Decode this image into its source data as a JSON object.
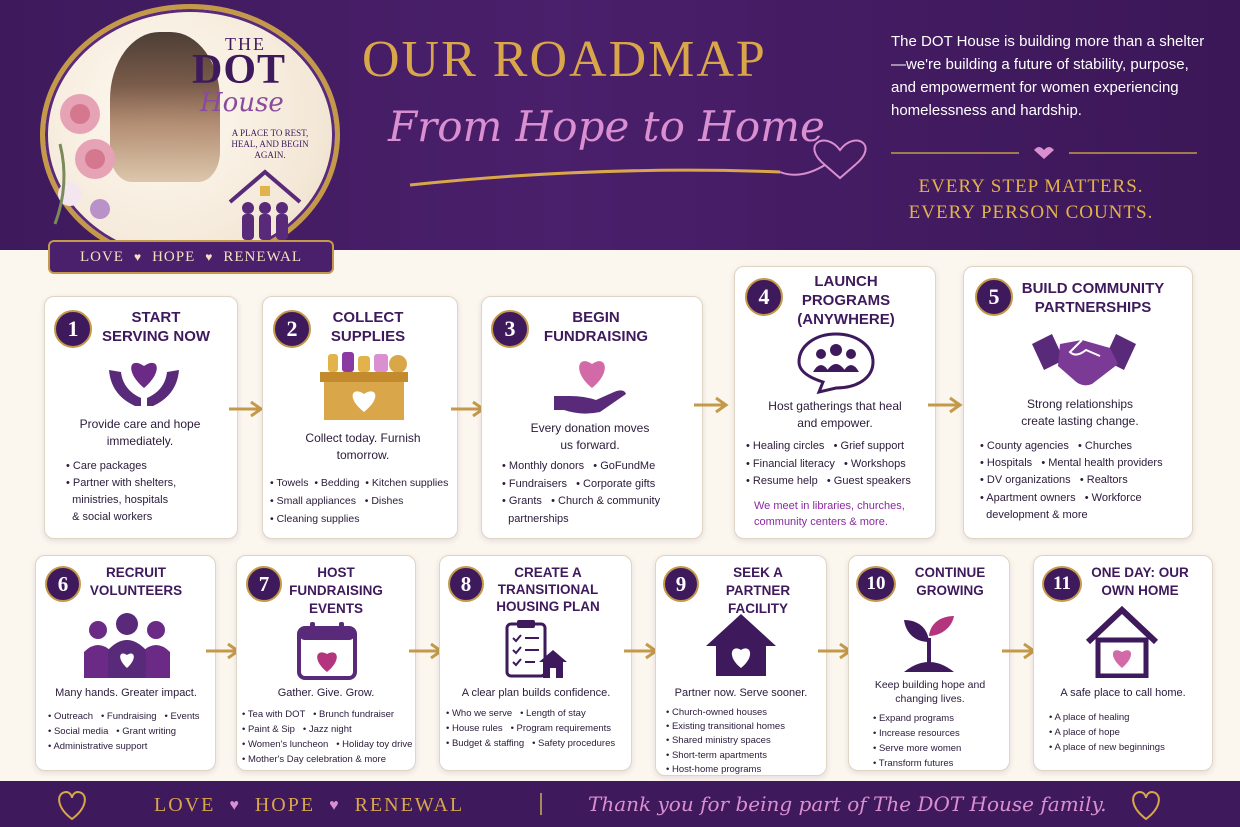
{
  "logo": {
    "the": "THE",
    "dot": "DOT",
    "house": "House",
    "tagline": "A PLACE TO REST, HEAL, AND BEGIN AGAIN.",
    "ribbon": [
      "LOVE",
      "HOPE",
      "RENEWAL"
    ]
  },
  "header": {
    "title": "OUR ROADMAP",
    "subtitle": "From Hope to Home",
    "intro": "The DOT House is building more than a shelter—we're building a future of stability, purpose, and empowerment for women experiencing homelessness and hardship.",
    "tagline_1": "EVERY STEP MATTERS.",
    "tagline_2": "EVERY PERSON COUNTS."
  },
  "steps": [
    {
      "num": "1",
      "title": "START SERVING NOW",
      "icon": "hands-heart-icon",
      "text": "Provide care and hope immediately.",
      "items": [
        "• Care packages",
        "• Partner with shelters,",
        "  ministries, hospitals",
        "  & social workers"
      ]
    },
    {
      "num": "2",
      "title": "COLLECT SUPPLIES",
      "icon": "supply-box-icon",
      "text": "Collect today. Furnish tomorrow.",
      "items": [
        "• Towels  • Bedding  • Kitchen supplies",
        "• Small appliances   • Dishes",
        "• Cleaning supplies"
      ]
    },
    {
      "num": "3",
      "title": "BEGIN FUNDRAISING",
      "icon": "hand-heart-icon",
      "text": "Every donation moves us forward.",
      "items": [
        "• Monthly donors   • GoFundMe",
        "• Fundraisers   • Corporate gifts",
        "• Grants   • Church & community",
        "  partnerships"
      ]
    },
    {
      "num": "4",
      "title": "LAUNCH PROGRAMS (ANYWHERE)",
      "icon": "group-speech-icon",
      "text": "Host gatherings that heal and empower.",
      "items": [
        "• Healing circles   • Grief support",
        "• Financial literacy   • Workshops",
        "• Resume help   • Guest speakers"
      ],
      "note": "We meet in libraries, churches, community centers & more."
    },
    {
      "num": "5",
      "title": "BUILD COMMUNITY PARTNERSHIPS",
      "icon": "handshake-icon",
      "text": "Strong relationships create lasting change.",
      "items": [
        "• County agencies   • Churches",
        "• Hospitals   • Mental health providers",
        "• DV organizations   • Realtors",
        "• Apartment owners   • Workforce",
        "  development & more"
      ]
    },
    {
      "num": "6",
      "title": "RECRUIT VOLUNTEERS",
      "icon": "people-heart-icon",
      "text": "Many hands. Greater impact.",
      "items": [
        "• Outreach   • Fundraising   • Events",
        "• Social media   • Grant writing",
        "• Administrative support"
      ]
    },
    {
      "num": "7",
      "title": "HOST FUNDRAISING EVENTS",
      "icon": "calendar-heart-icon",
      "text": "Gather. Give. Grow.",
      "items": [
        "• Tea with DOT   • Brunch fundraiser",
        "• Paint & Sip   • Jazz night",
        "• Women's luncheon   • Holiday toy drive",
        "• Mother's Day celebration & more"
      ]
    },
    {
      "num": "8",
      "title": "CREATE A TRANSITIONAL HOUSING PLAN",
      "icon": "clipboard-house-icon",
      "text": "A clear plan builds confidence.",
      "items": [
        "• Who we serve   • Length of stay",
        "• House rules   • Program requirements",
        "• Budget & staffing   • Safety procedures"
      ]
    },
    {
      "num": "9",
      "title": "SEEK A PARTNER FACILITY",
      "icon": "house-heart-icon",
      "text": "Partner now. Serve sooner.",
      "items": [
        "• Church-owned houses",
        "• Existing transitional homes",
        "• Shared ministry spaces",
        "• Short-term apartments",
        "• Host-home programs"
      ]
    },
    {
      "num": "10",
      "title": "CONTINUE GROWING",
      "icon": "sprout-icon",
      "text": "Keep building hope and changing lives.",
      "items": [
        "• Expand programs",
        "• Increase resources",
        "• Serve more women",
        "• Transform futures"
      ]
    },
    {
      "num": "11",
      "title": "ONE DAY: OUR OWN HOME",
      "icon": "home-heart-icon",
      "text": "A safe place to call home.",
      "items": [
        "• A place of healing",
        "• A place of hope",
        "• A place of new beginnings"
      ]
    }
  ],
  "footer": {
    "words": [
      "LOVE",
      "HOPE",
      "RENEWAL"
    ],
    "thanks": "Thank you for being part of The DOT House family."
  },
  "colors": {
    "purple": "#3e1a5c",
    "gold": "#d9a64a",
    "pink": "#d98fd0",
    "cream": "#fbf6ee"
  }
}
